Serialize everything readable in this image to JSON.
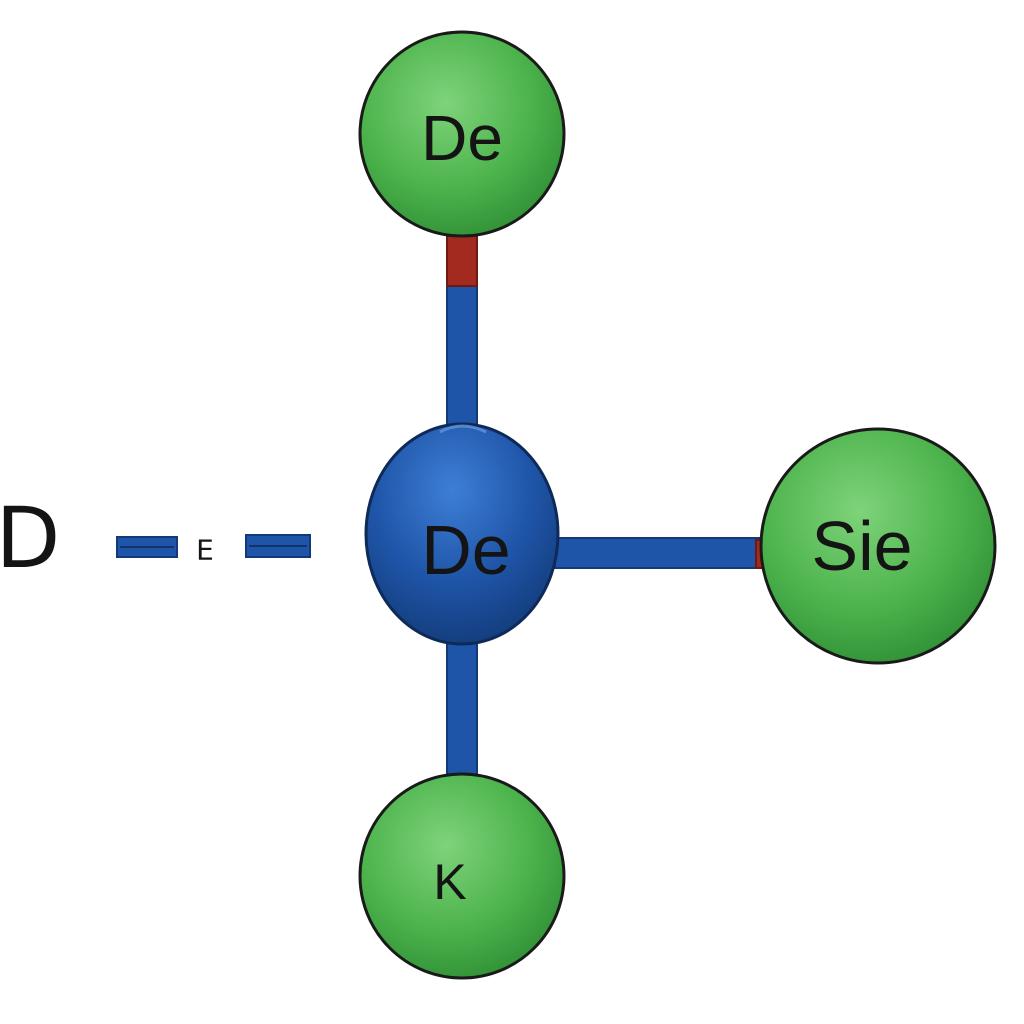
{
  "colors": {
    "background": "#ffffff",
    "bond_blue": "#1f55a8",
    "bond_outline": "#123a78",
    "bond_end_red": "#a32a1e",
    "center_node": "#1f55a8",
    "outer_node": "#4cb34c",
    "outline": "#1a1a1a"
  },
  "nodes": {
    "top": {
      "label": "De"
    },
    "center": {
      "label": "De"
    },
    "right": {
      "label": "Sie"
    },
    "bottom": {
      "label": "K"
    }
  },
  "side_labels": {
    "left": "D",
    "middle": "E"
  }
}
